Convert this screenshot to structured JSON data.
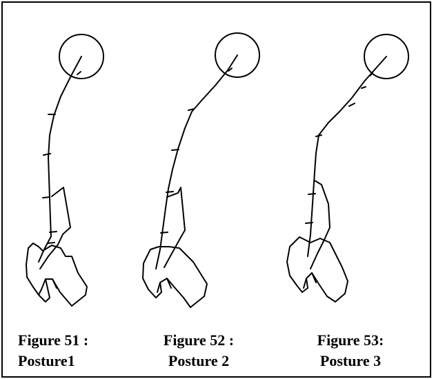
{
  "figures": [
    {
      "caption": "Figure 51 :",
      "subcaption": "Posture1"
    },
    {
      "caption": "Figure 52 :",
      "subcaption": "Posture 2"
    },
    {
      "caption": "Figure 53:",
      "subcaption": "Posture 3"
    }
  ]
}
